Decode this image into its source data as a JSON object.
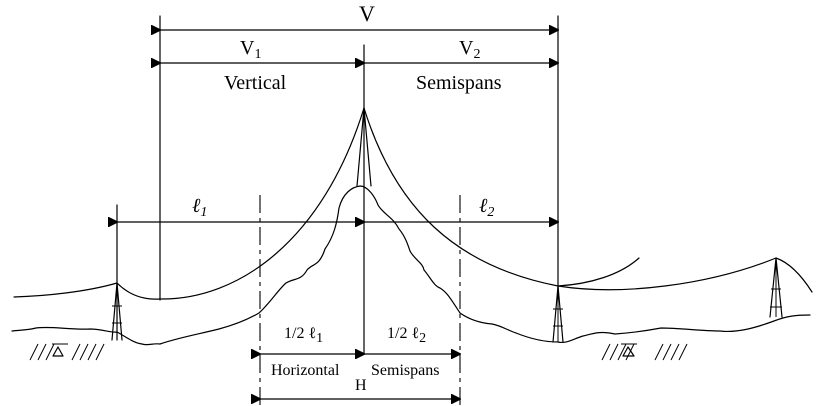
{
  "labels": {
    "V": "V",
    "V1_base": "V",
    "V1_sub": "1",
    "V2_base": "V",
    "V2_sub": "2",
    "vertical": "Vertical",
    "semispans_top": "Semispans",
    "l1_base": "ℓ",
    "l1_sub": "1",
    "l2_base": "ℓ",
    "l2_sub": "2",
    "half_l1_prefix": "1/2 ℓ",
    "half_l1_sub": "1",
    "half_l2_prefix": "1/2 ℓ",
    "half_l2_sub": "2",
    "horizontal": "Horizontal",
    "semispans_bottom": "Semispans",
    "H": "H"
  }
}
